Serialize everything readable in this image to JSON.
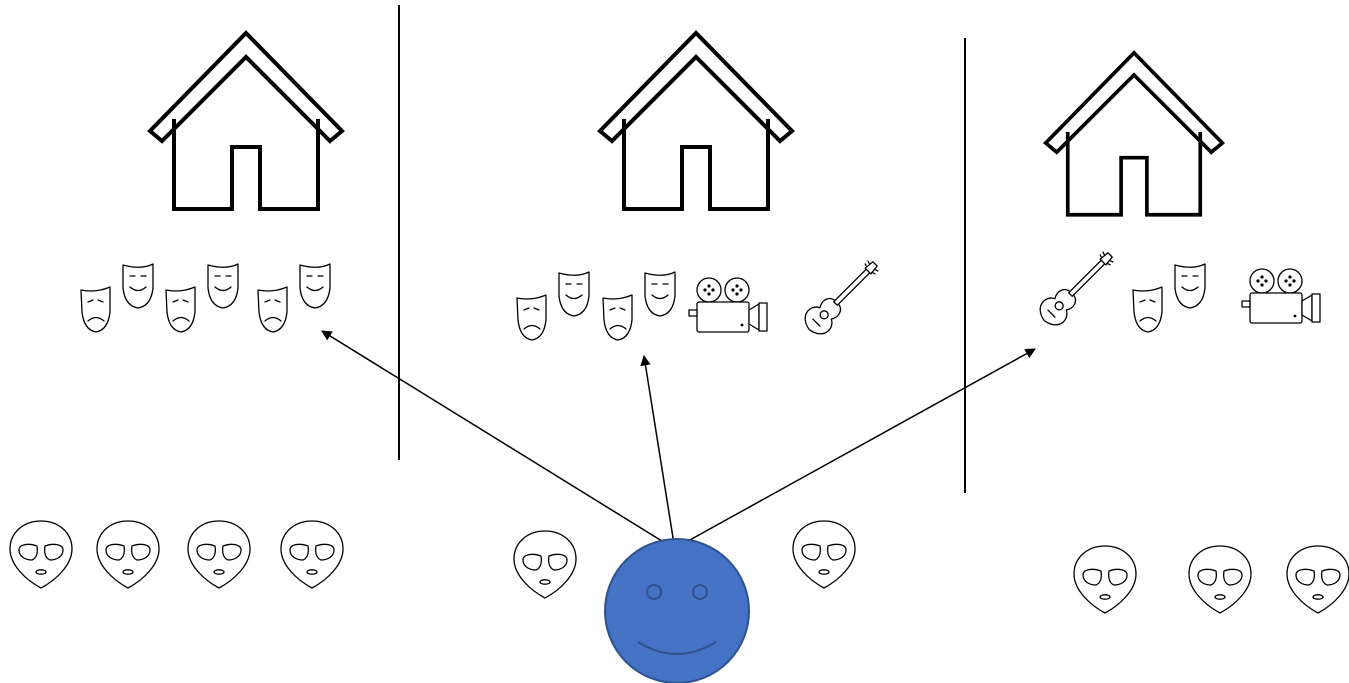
{
  "diagram": {
    "colors": {
      "agent_fill": "#4472C4",
      "agent_stroke": "#2F528F",
      "line": "#000000",
      "background": "#FFFFFF"
    },
    "neighborhoods": [
      {
        "house": "house-icon",
        "amenities": [
          "theater-masks-icon",
          "theater-masks-icon",
          "theater-masks-icon"
        ],
        "residents": [
          "alien-icon",
          "alien-icon",
          "alien-icon",
          "alien-icon"
        ]
      },
      {
        "house": "house-icon",
        "amenities": [
          "theater-masks-icon",
          "theater-masks-icon",
          "movie-camera-icon",
          "guitar-icon"
        ],
        "residents": [
          "alien-icon",
          "alien-icon"
        ]
      },
      {
        "house": "house-icon",
        "amenities": [
          "guitar-icon",
          "theater-masks-icon",
          "movie-camera-icon"
        ],
        "residents": [
          "alien-icon",
          "alien-icon",
          "alien-icon"
        ]
      }
    ],
    "agent": {
      "icon": "smiley-face-icon",
      "choices": [
        "neighborhood-1",
        "neighborhood-2",
        "neighborhood-3"
      ]
    }
  }
}
